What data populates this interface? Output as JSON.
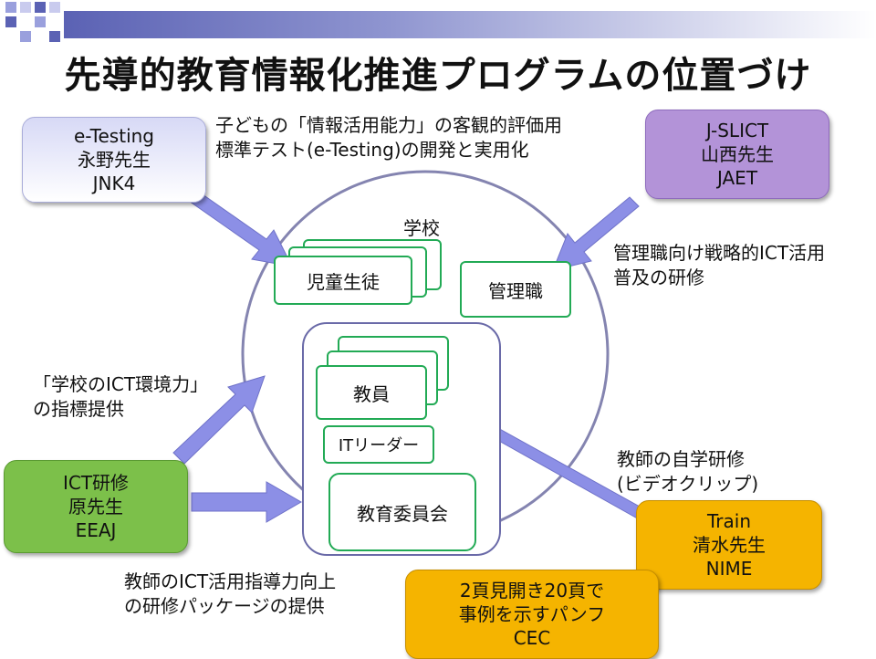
{
  "title": "先導的教育情報化推進プログラムの位置づけ",
  "colors": {
    "arrow": "#8c8fe6",
    "circle": "#8484b0",
    "green_border": "#22aa55",
    "ict_box": "#7cc04a",
    "train_box": "#f5b400",
    "jslict_box": "#b393d8"
  },
  "boxes": {
    "etesting": {
      "line1": "e-Testing",
      "line2": "永野先生",
      "line3": "JNK4"
    },
    "jslict": {
      "line1": "J-SLICT",
      "line2": "山西先生",
      "line3": "JAET"
    },
    "ict": {
      "line1": "ICT研修",
      "line2": "原先生",
      "line3": "EEAJ"
    },
    "train": {
      "line1": "Train",
      "line2": "清水先生",
      "line3": "NIME"
    },
    "cec": {
      "line1": "2頁見開き20頁で",
      "line2": "事例を示すパンフ",
      "line3": "CEC"
    }
  },
  "labels": {
    "etest_desc1": "子どもの「情報活用能力」の客観的評価用",
    "etest_desc2": "標準テスト(e-Testing)の開発と実用化",
    "jslict_desc1": "管理職向け戦略的ICT活用",
    "jslict_desc2": "普及の研修",
    "ict_desc1": "「学校のICT環境力」",
    "ict_desc2": "の指標提供",
    "ict_desc3": "教師のICT活用指導力向上",
    "ict_desc4": "の研修パッケージの提供",
    "train_desc1": "教師の自学研修",
    "train_desc2": "(ビデオクリップ)"
  },
  "school": {
    "label": "学校",
    "students": "児童生徒",
    "admin": "管理職",
    "teachers": "教員",
    "it_leader": "ITリーダー",
    "board": "教育委員会"
  }
}
